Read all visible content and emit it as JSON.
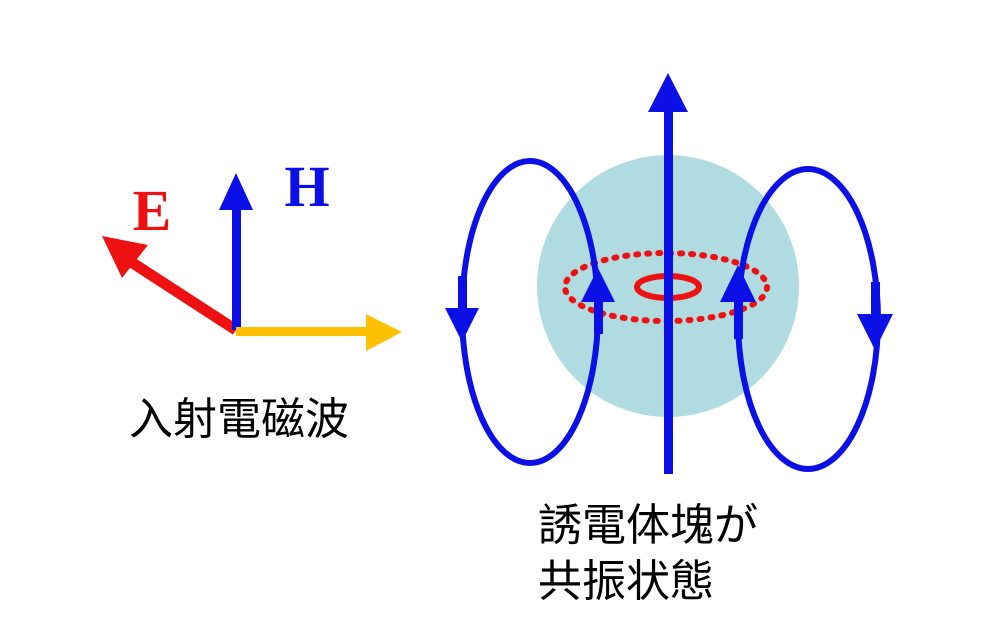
{
  "incident_wave": {
    "e_label": "E",
    "h_label": "H",
    "caption": "入射電磁波"
  },
  "resonator": {
    "caption_line1": "誘電体塊が",
    "caption_line2": "共振状態"
  },
  "colors": {
    "e_field": "#ee1111",
    "h_field": "#0a10e6",
    "propagation": "#ffc000",
    "dielectric": "#b0dbe0",
    "text": "#000000"
  },
  "icons": {
    "e_vector": "red-arrow",
    "h_vector": "blue-arrow",
    "k_vector": "yellow-arrow"
  }
}
